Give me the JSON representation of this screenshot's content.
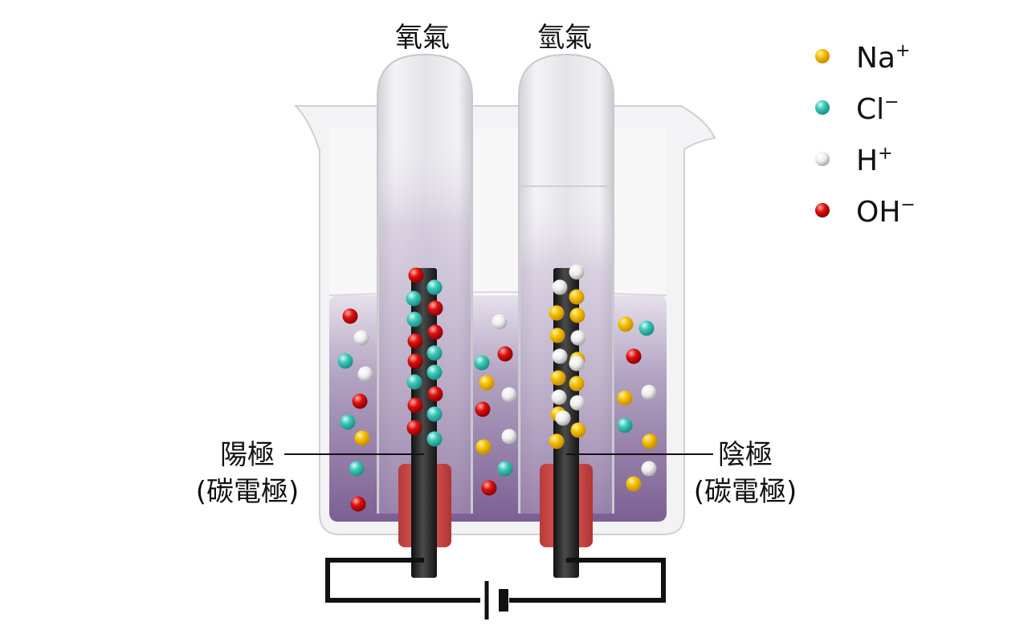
{
  "gases": {
    "left": "氧氣",
    "right": "氫氣"
  },
  "electrodes": {
    "anode": {
      "name": "陽極",
      "material": "(碳電極)"
    },
    "cathode": {
      "name": "陰極",
      "material": "(碳電極)"
    }
  },
  "legend": [
    {
      "base": "Na",
      "charge": "+",
      "color": "#f5c000",
      "ion": "na"
    },
    {
      "base": "Cl",
      "charge": "−",
      "color": "#3cc8b8",
      "ion": "cl"
    },
    {
      "base": "H",
      "charge": "+",
      "color": "#eeeeee",
      "ion": "h"
    },
    {
      "base": "OH",
      "charge": "−",
      "color": "#e01010",
      "ion": "oh"
    }
  ],
  "colors": {
    "solution": "#9a84aa",
    "electrode": "#2a2a2a",
    "holder": "#d04a4a",
    "wire": "#111111"
  }
}
